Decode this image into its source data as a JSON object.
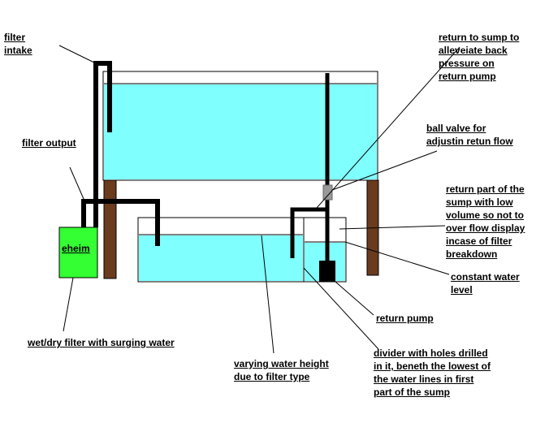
{
  "colors": {
    "water": "#80ffff",
    "wood": "#6b3b1e",
    "pipe": "#000000",
    "filter_box": "#33ff33",
    "valve": "#999999"
  },
  "labels": {
    "filter_intake": "filter\nintake",
    "filter_output": "filter output",
    "eheim": "eheim",
    "wet_dry_filter": "wet/dry filter with surging water",
    "return_to_sump": "return to sump to\nalleveiate back\npressure on\nreturn pump",
    "ball_valve": "ball valve for\nadjustin retun flow",
    "return_part": "return part of the\nsump with low\nvolume so not to\nover flow display\nincase of filter\nbreakdown",
    "constant_water": "constant water\nlevel",
    "return_pump": "return pump",
    "varying_water": "varying water height\ndue to filter type",
    "divider": "divider with holes drilled\nin it, beneth the lowest of\nthe water lines in first\npart of the sump"
  }
}
